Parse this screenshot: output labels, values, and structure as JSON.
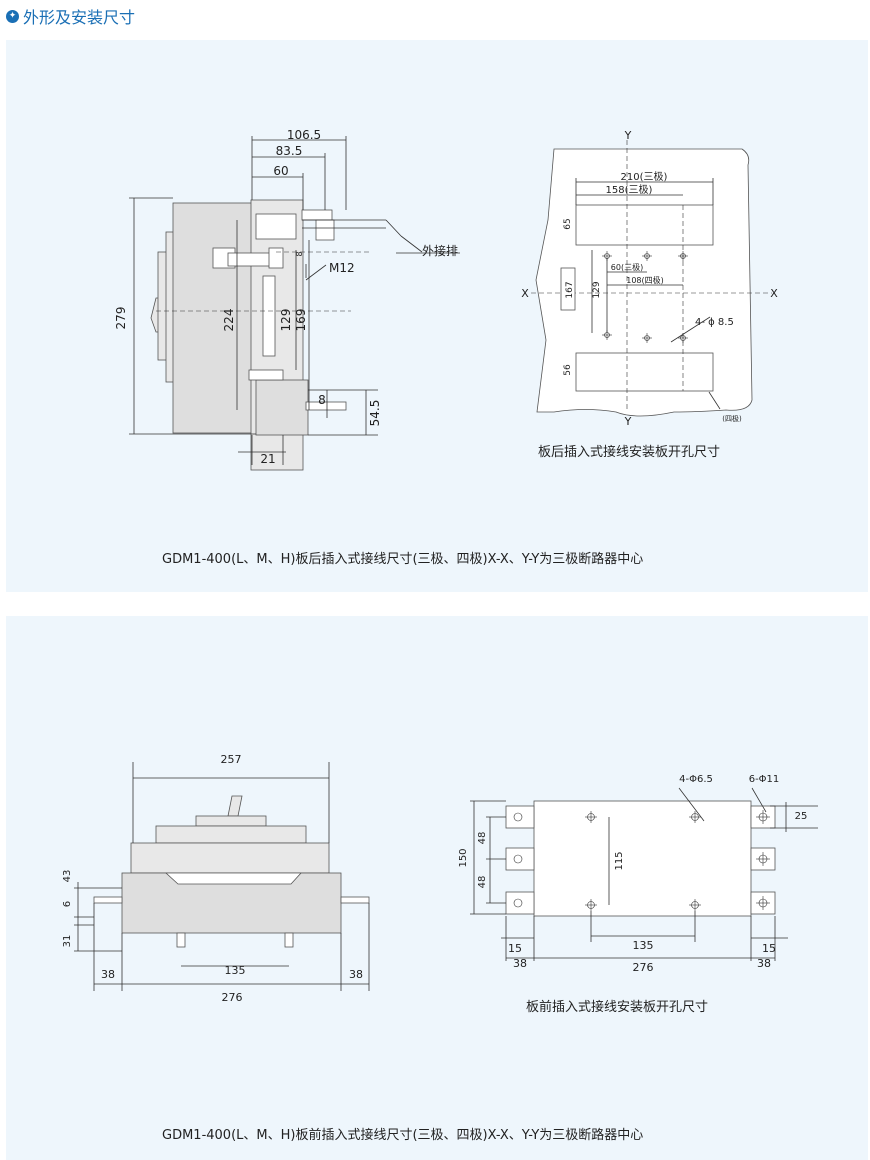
{
  "header": {
    "icon": "star-icon",
    "title": "外形及安装尺寸"
  },
  "top": {
    "side_view": {
      "dims": {
        "d106": "106.5",
        "d83": "83.5",
        "d60": "60",
        "d279": "279",
        "d224": "224",
        "d129": "129",
        "d169": "169",
        "d8a": "8",
        "d8b": "8",
        "d545": "54.5",
        "d21": "21",
        "m12": "M12"
      },
      "busbar_label": "外接排"
    },
    "panel_view": {
      "axis_y": "Y",
      "axis_x": "X",
      "d210": "210(三极)",
      "d158": "158(三极)",
      "d65": "65",
      "d167": "167",
      "d129": "129",
      "d60": "60(三极)",
      "d108": "108(四极)",
      "holes": "4- ϕ 8.5",
      "d56": "56",
      "four_pole": "(四极)",
      "caption": "板后插入式接线安装板开孔尺寸"
    },
    "caption": "GDM1-400(L、M、H)板后插入式接线尺寸(三极、四极)X-X、Y-Y为三极断路器中心"
  },
  "bottom": {
    "front_view": {
      "d257": "257",
      "d43": "43",
      "d6": "6",
      "d31": "31",
      "d135": "135",
      "d38a": "38",
      "d38b": "38",
      "d276": "276"
    },
    "panel_view": {
      "holes_a": "4-Φ6.5",
      "holes_b": "6-Φ11",
      "d25": "25",
      "d150": "150",
      "d48a": "48",
      "d48b": "48",
      "d115": "115",
      "d135": "135",
      "d15a": "15",
      "d15b": "15",
      "d38a": "38",
      "d38b": "38",
      "d276": "276",
      "caption": "板前插入式接线安装板开孔尺寸"
    },
    "caption": "GDM1-400(L、M、H)板前插入式接线尺寸(三极、四极)X-X、Y-Y为三极断路器中心"
  }
}
